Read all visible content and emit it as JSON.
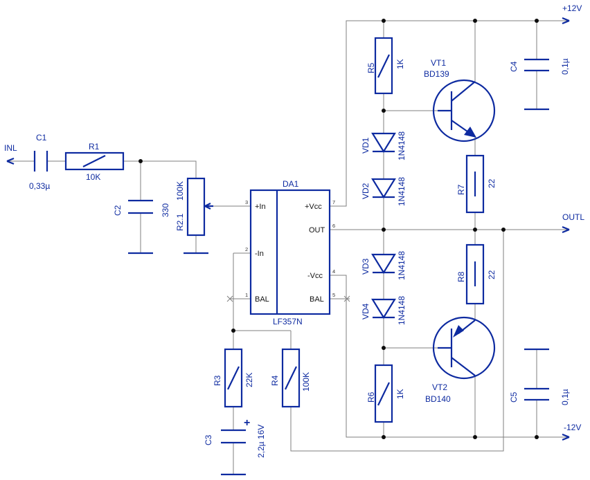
{
  "nets": {
    "input": "INL",
    "output": "OUTL",
    "vpos": "+12V",
    "vneg": "-12V"
  },
  "components": {
    "C1": {
      "ref": "C1",
      "value": "0,33µ"
    },
    "R1": {
      "ref": "R1",
      "value": "10K"
    },
    "C2": {
      "ref": "C2",
      "value": "330"
    },
    "R21": {
      "ref": "R2.1",
      "value": "100K"
    },
    "DA1": {
      "ref": "DA1",
      "part": "LF357N"
    },
    "R3": {
      "ref": "R3",
      "value": "22K"
    },
    "R4": {
      "ref": "R4",
      "value": "100K"
    },
    "C3": {
      "ref": "C3",
      "value": "2,2µ 16V",
      "polarity": "+"
    },
    "R5": {
      "ref": "R5",
      "value": "1K"
    },
    "R6": {
      "ref": "R6",
      "value": "1K"
    },
    "R7": {
      "ref": "R7",
      "value": "22"
    },
    "R8": {
      "ref": "R8",
      "value": "22"
    },
    "VD1": {
      "ref": "VD1",
      "part": "1N4148"
    },
    "VD2": {
      "ref": "VD2",
      "part": "1N4148"
    },
    "VD3": {
      "ref": "VD3",
      "part": "1N4148"
    },
    "VD4": {
      "ref": "VD4",
      "part": "1N4148"
    },
    "VT1": {
      "ref": "VT1",
      "part": "BD139"
    },
    "VT2": {
      "ref": "VT2",
      "part": "BD140"
    },
    "C4": {
      "ref": "C4",
      "value": "0,1µ"
    },
    "C5": {
      "ref": "C5",
      "value": "0,1µ"
    }
  },
  "opamp_pins": {
    "p3": {
      "num": "3",
      "name": "+In"
    },
    "p2": {
      "num": "2",
      "name": "-In"
    },
    "p1": {
      "num": "1",
      "name": "BAL"
    },
    "p7": {
      "num": "7",
      "name": "+Vcc"
    },
    "p6": {
      "num": "6",
      "name": "OUT"
    },
    "p4": {
      "num": "4",
      "name": "-Vcc"
    },
    "p5": {
      "num": "5",
      "name": "BAL"
    }
  },
  "colors": {
    "symbol": "#0d2aa0",
    "wire": "#7f7f7f",
    "junction": "#0d0d0d"
  }
}
